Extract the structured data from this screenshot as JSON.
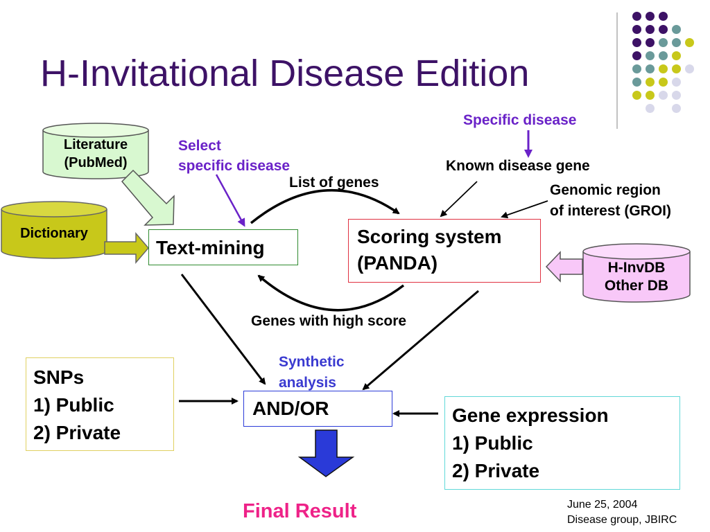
{
  "title": "H-Invitational Disease Edition",
  "colors": {
    "title": "#3d1266",
    "purple_dot": "#3d1266",
    "teal_dot": "#6a9a9a",
    "yellow_dot": "#c8c81a",
    "lavender_dot": "#d8d8ea",
    "annotation_purple": "#6a22c8",
    "synthetic_blue": "#3a3ad0",
    "final_result": "#ee2288",
    "down_arrow": "#2a3ad8"
  },
  "sources": {
    "literature": [
      "Literature",
      "(PubMed)"
    ],
    "dictionary": "Dictionary",
    "hinvdb": [
      "H-InvDB",
      "Other DB"
    ]
  },
  "annotations": {
    "select_disease": [
      "Select",
      "specific disease"
    ],
    "specific_disease": "Specific disease",
    "known_gene": "Known disease gene",
    "groi": [
      "Genomic region",
      "of interest (GROI)"
    ],
    "list_of_genes": "List of genes",
    "genes_high_score": "Genes with high score",
    "synthetic": [
      "Synthetic",
      "analysis"
    ]
  },
  "boxes": {
    "text_mining": "Text-mining",
    "scoring": [
      "Scoring system",
      "(PANDA)"
    ],
    "snps": [
      "SNPs",
      "1) Public",
      "2) Private"
    ],
    "and_or": "AND/OR",
    "gene_expr": [
      "Gene expression",
      "1) Public",
      "2) Private"
    ]
  },
  "final_result": "Final Result",
  "footer": [
    "June 25, 2004",
    "Disease group, JBIRC"
  ]
}
